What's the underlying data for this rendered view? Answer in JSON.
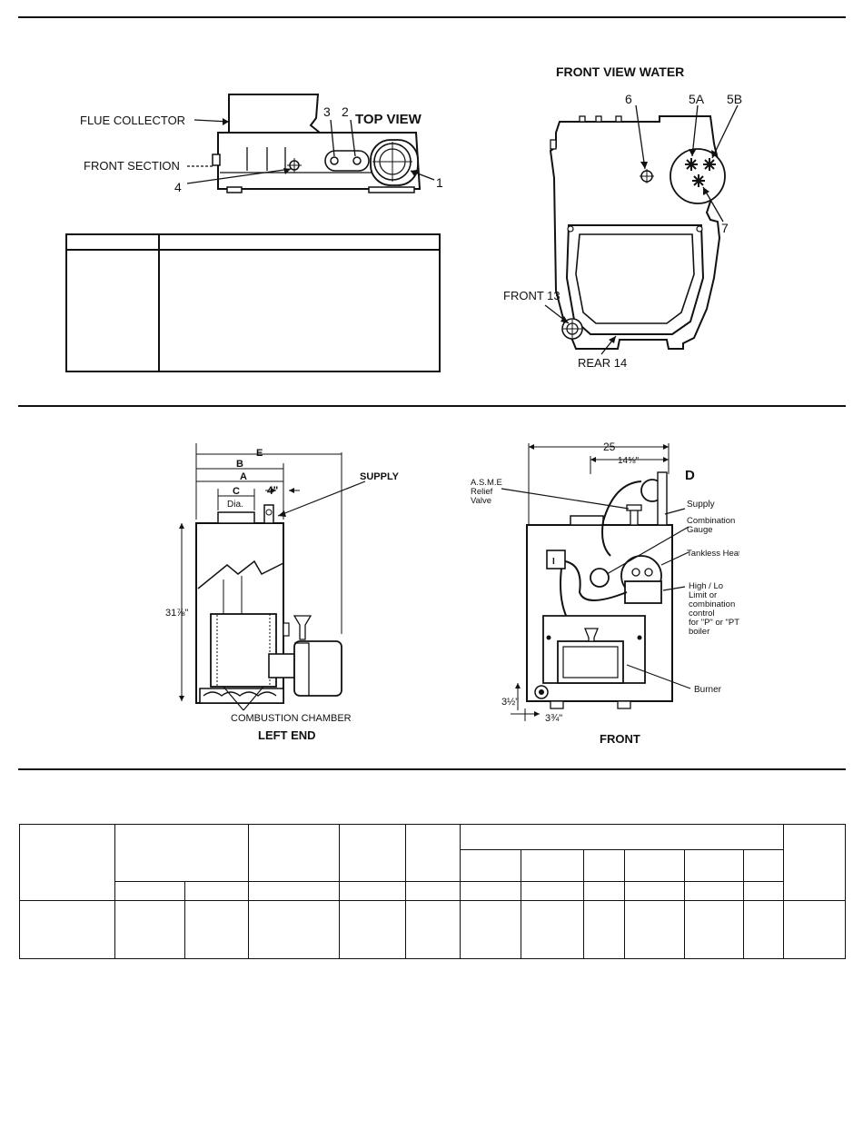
{
  "top_view": {
    "heading": "TOP VIEW",
    "flue_collector": "FLUE COLLECTOR",
    "front_section": "FRONT SECTION",
    "callouts": [
      "1",
      "2",
      "3",
      "4"
    ]
  },
  "front_view_water": {
    "heading": "FRONT VIEW WATER",
    "callouts": [
      "6",
      "5A",
      "5B",
      "7"
    ],
    "front13": "FRONT 13",
    "rear14": "REAR 14"
  },
  "left_end": {
    "caption": "LEFT END",
    "dims": {
      "e": "E",
      "b": "B",
      "a": "A",
      "c": "C",
      "dia": "Dia.",
      "four": "4\"",
      "height": "31⅞\""
    },
    "supply": "SUPPLY",
    "combustion": "COMBUSTION CHAMBER"
  },
  "front": {
    "caption": "FRONT",
    "dim_25": "25",
    "dim_14": "14⅝\"",
    "d": "D",
    "asme": [
      "A.S.M.E",
      "Relief",
      "Valve"
    ],
    "supply": "Supply",
    "gauge": [
      "Combination",
      "Gauge"
    ],
    "tankless": "Tankless Heater",
    "control": [
      "High / Lo",
      "Limit or",
      "combination",
      "control",
      "for \"P\" or \"PT\"",
      "boiler"
    ],
    "burner": "Burner",
    "dim_3half": "3½\"",
    "dim_3quarter": "3¾\"",
    "label_i": "I"
  }
}
